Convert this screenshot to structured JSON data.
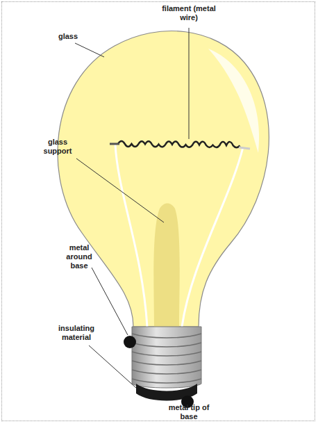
{
  "diagram": {
    "labels": [
      "filament (metal wire)",
      "glass",
      "glass support",
      "metal around base",
      "insulating material",
      "metal tip of base"
    ]
  }
}
